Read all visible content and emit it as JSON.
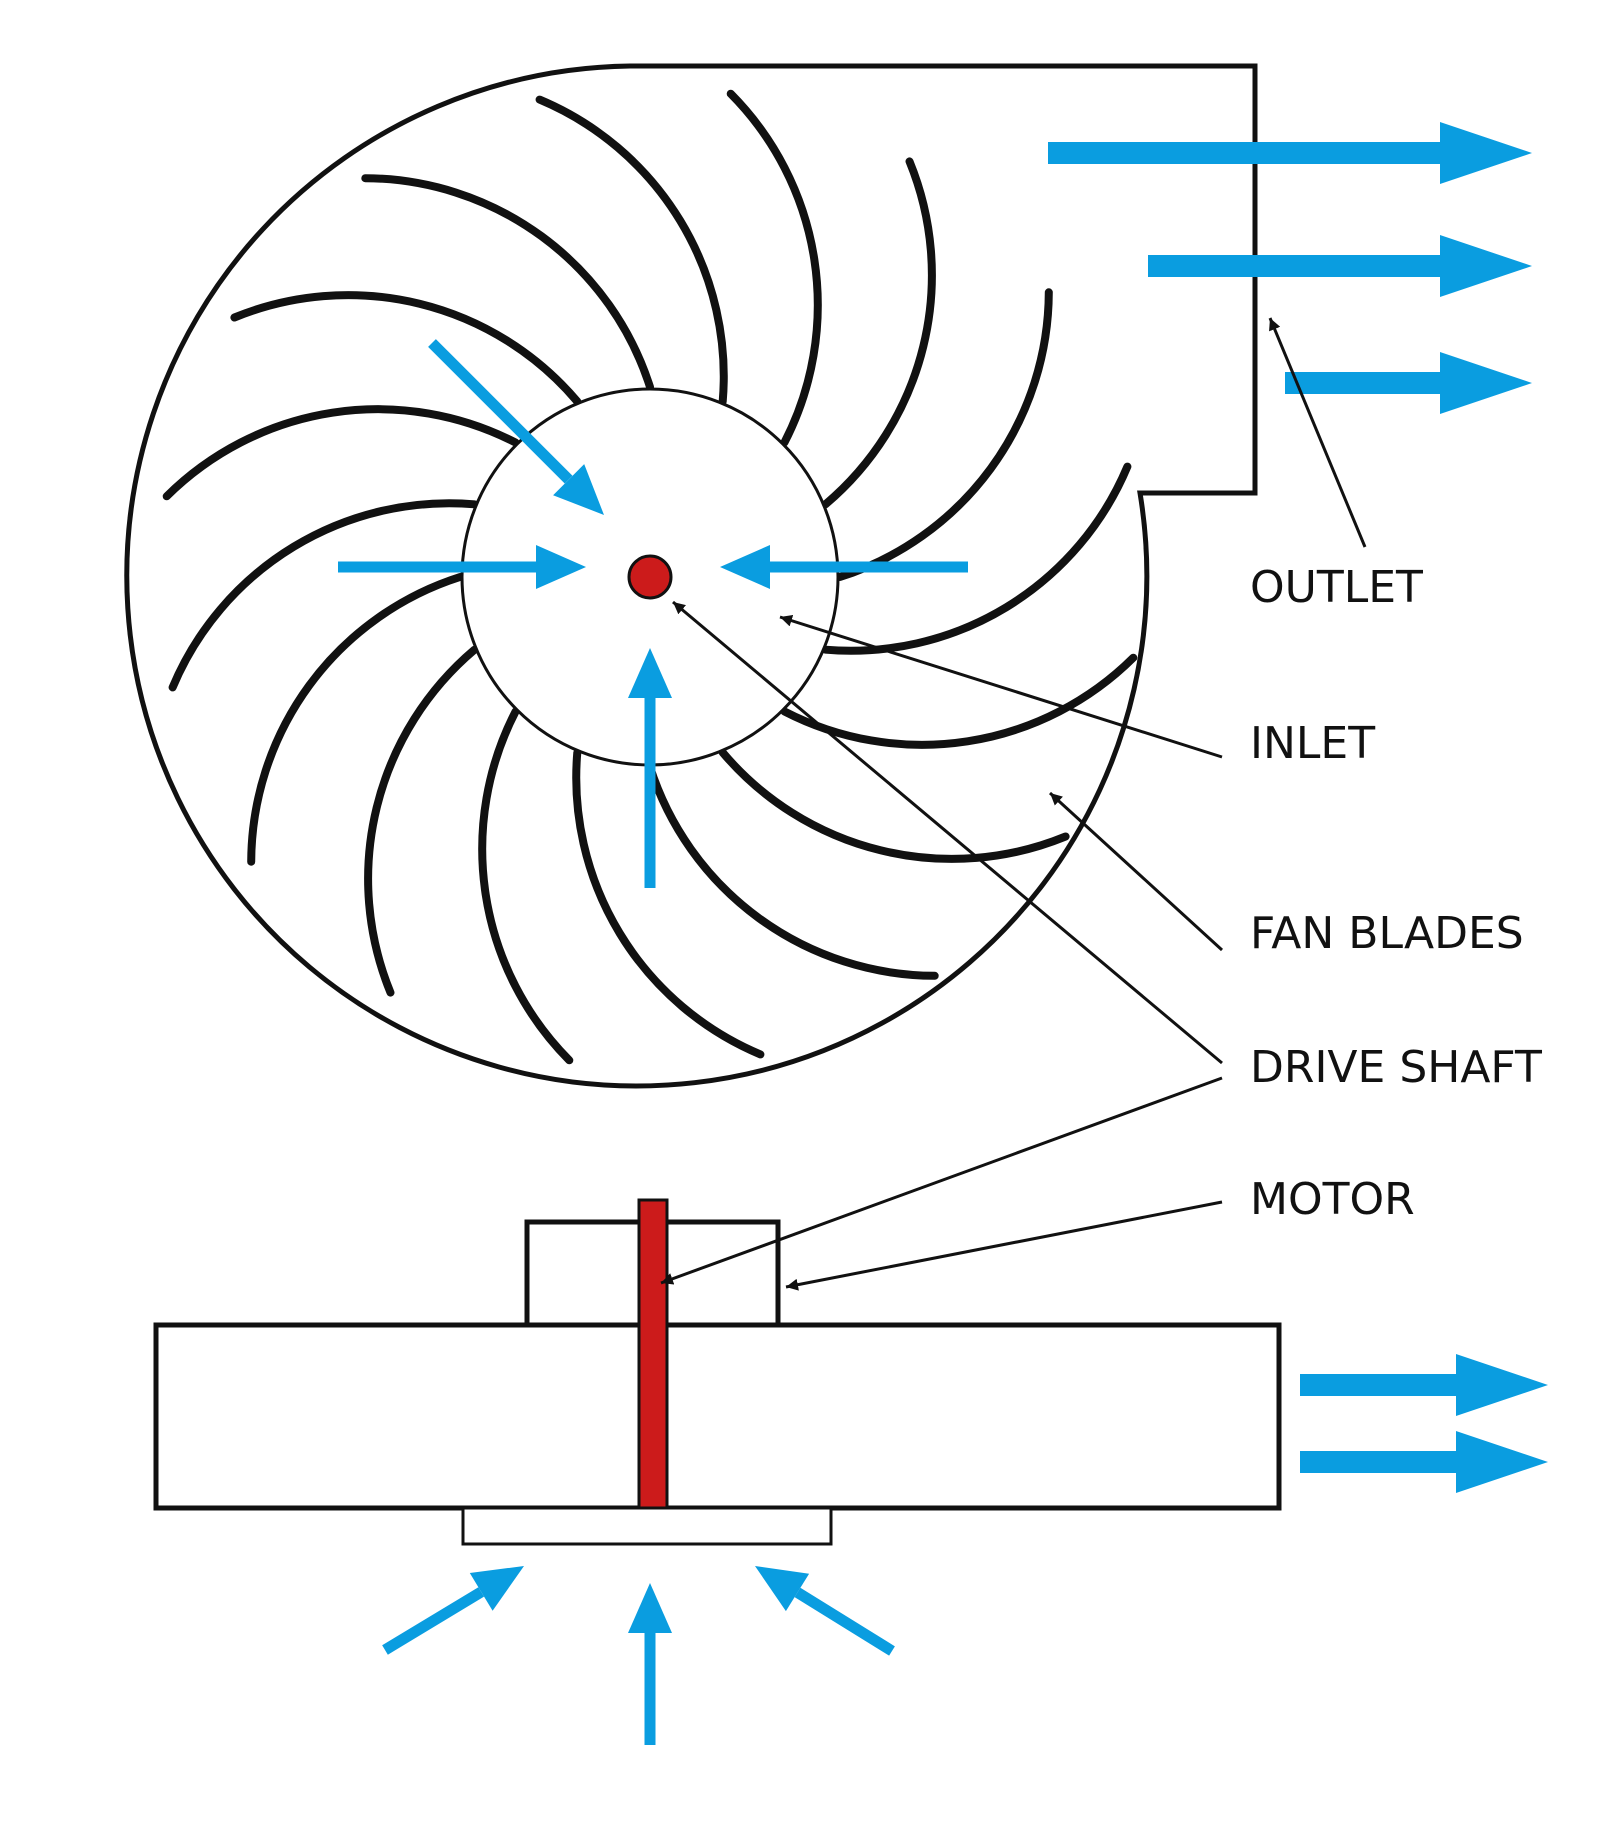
{
  "labels": {
    "outlet": "OUTLET",
    "inlet": "INLET",
    "fan_blades": "FAN BLADES",
    "drive_shaft": "DRIVE SHAFT",
    "motor": "MOTOR"
  },
  "colors": {
    "airflow": "#0a9de0",
    "shaft": "#cc1b1b",
    "outline": "#111111"
  },
  "blade_count": 16
}
